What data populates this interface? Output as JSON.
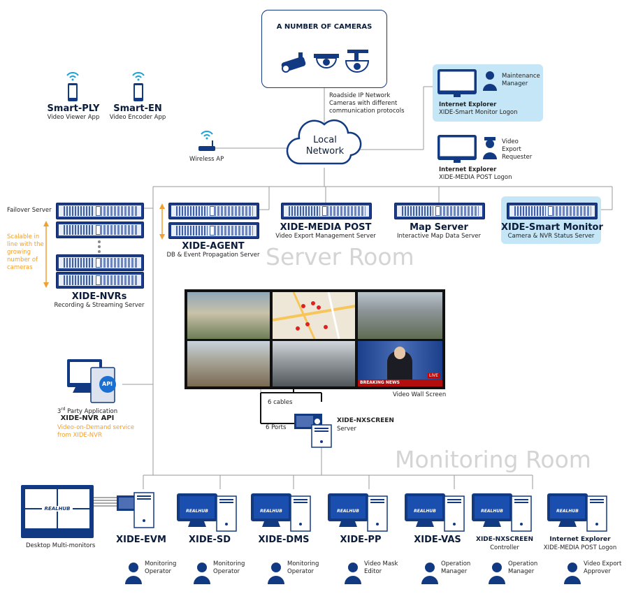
{
  "cameras": {
    "title": "A NUMBER OF CAMERAS"
  },
  "roadside_note": "Roadside IP Network Cameras with different communication protocols",
  "local_network": {
    "line1": "Local",
    "line2": "Network"
  },
  "smart_ply": {
    "name": "Smart-PLY",
    "desc": "Video Viewer App"
  },
  "smart_en": {
    "name": "Smart-EN",
    "desc": "Video Encoder App"
  },
  "wireless_ap": "Wireless AP",
  "maintenance": {
    "role": "Maintenance Manager",
    "app": "Internet Explorer",
    "sub": "XIDE-Smart Monitor Logon"
  },
  "export_requester": {
    "role": "Video Export Requester",
    "app": "Internet Explorer",
    "sub": "XIDE-MEDIA POST Logon"
  },
  "failover": "Failover Server",
  "scalable_note": "Scalable in line with the growing number of cameras",
  "nvrs": {
    "name": "XIDE-NVRs",
    "desc": "Recording & Streaming Server"
  },
  "agent": {
    "name": "XIDE-AGENT",
    "desc": "DB & Event Propagation Server"
  },
  "media_post": {
    "name": "XIDE-MEDIA POST",
    "desc": "Video Export Management Server"
  },
  "map_server": {
    "name": "Map Server",
    "desc": "Interactive Map Data Server"
  },
  "smart_monitor": {
    "name": "XIDE-Smart Monitor",
    "desc": "Camera & NVR Status Server"
  },
  "rooms": {
    "server": "Server Room",
    "monitoring": "Monitoring Room"
  },
  "video_wall": {
    "label": "Video Wall Screen",
    "ticker": "BREAKING NEWS",
    "logo": "LIVE"
  },
  "third_party": {
    "label_pre": "3",
    "label_sup": "rd",
    "label_post": " Party Application",
    "name": "XIDE-NVR API",
    "note": "Video-on-Demand service from XIDE-NVR",
    "badge": "API"
  },
  "nxscreen_server": {
    "name": "XIDE-NXSCREEN",
    "desc": "Server",
    "cables": "6 cables",
    "ports": "6 Ports"
  },
  "desktop_multi": "Desktop Multi-monitors",
  "brand": "REALHUB",
  "clients": [
    {
      "name": "XIDE-EVM",
      "role": "Monitoring Operator"
    },
    {
      "name": "XIDE-SD",
      "role": "Monitoring Operator"
    },
    {
      "name": "XIDE-DMS",
      "role": "Monitoring Operator"
    },
    {
      "name": "XIDE-PP",
      "role": "Video Mask Editor"
    },
    {
      "name": "XIDE-VAS",
      "role": "Operation Manager"
    },
    {
      "name": "XIDE-NXSCREEN",
      "sub": "Controller",
      "role": "Operation Manager"
    },
    {
      "name": "Internet Explorer",
      "sub": "XIDE-MEDIA POST Logon",
      "role": "Video Export Approver"
    }
  ],
  "colors": {
    "navy": "#123a82",
    "light_blue_panel": "#c5e6f6",
    "orange": "#f0a030",
    "room_text": "#d4d4d4"
  }
}
